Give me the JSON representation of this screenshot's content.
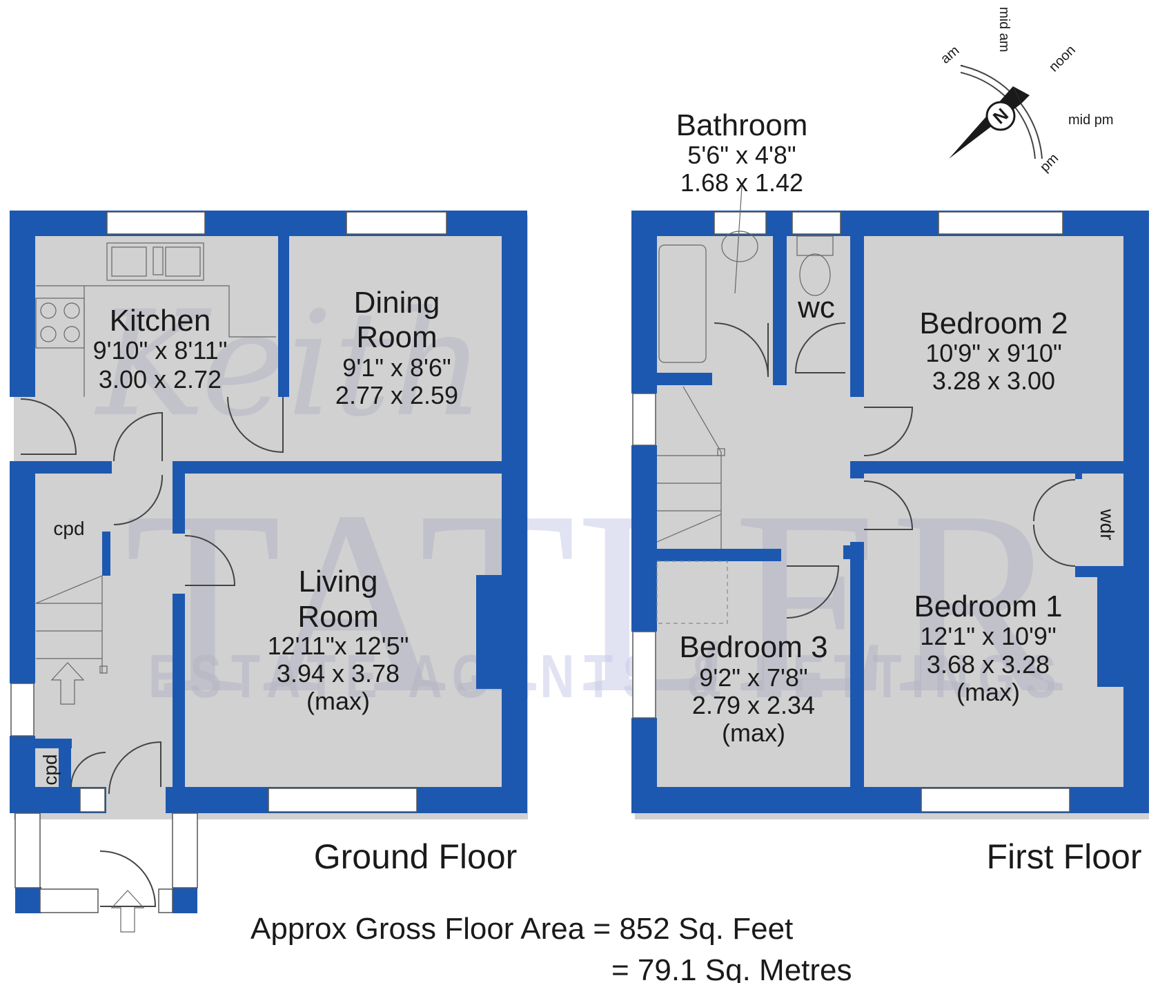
{
  "watermark": {
    "script": "Keith",
    "big": "TATLER",
    "sub": "ESTATE AGENTS & LETTINGS"
  },
  "ground_floor": {
    "title": "Ground Floor",
    "kitchen": {
      "name": "Kitchen",
      "imperial": "9'10\" x 8'11\"",
      "metric": "3.00 x 2.72"
    },
    "dining": {
      "name_line1": "Dining",
      "name_line2": "Room",
      "imperial": "9'1\" x 8'6\"",
      "metric": "2.77 x 2.59"
    },
    "living": {
      "name_line1": "Living",
      "name_line2": "Room",
      "imperial": "12'11\"x 12'5\"",
      "metric": "3.94 x 3.78",
      "note": "(max)"
    },
    "cpd_upper": "cpd",
    "cpd_lower": "cpd"
  },
  "first_floor": {
    "title": "First Floor",
    "bathroom": {
      "name": "Bathroom",
      "imperial": "5'6\" x 4'8\"",
      "metric": "1.68 x 1.42"
    },
    "wc": "wc",
    "bedroom2": {
      "name": "Bedroom 2",
      "imperial": "10'9\" x 9'10\"",
      "metric": "3.28 x 3.00"
    },
    "bedroom1": {
      "name": "Bedroom 1",
      "imperial": "12'1\" x 10'9\"",
      "metric": "3.68 x 3.28",
      "note": "(max)"
    },
    "bedroom3": {
      "name": "Bedroom 3",
      "imperial": "9'2\" x 7'8\"",
      "metric": "2.79 x 2.34",
      "note": "(max)"
    },
    "wdr": "wdr"
  },
  "area": {
    "line1": "Approx Gross Floor Area = 852 Sq. Feet",
    "line2": "= 79.1 Sq. Metres"
  },
  "compass": {
    "north": "N",
    "labels": [
      "am",
      "mid am",
      "noon",
      "mid pm",
      "pm"
    ]
  },
  "colors": {
    "wall": "#1d58b0",
    "watermark": "#c9cbe8"
  }
}
